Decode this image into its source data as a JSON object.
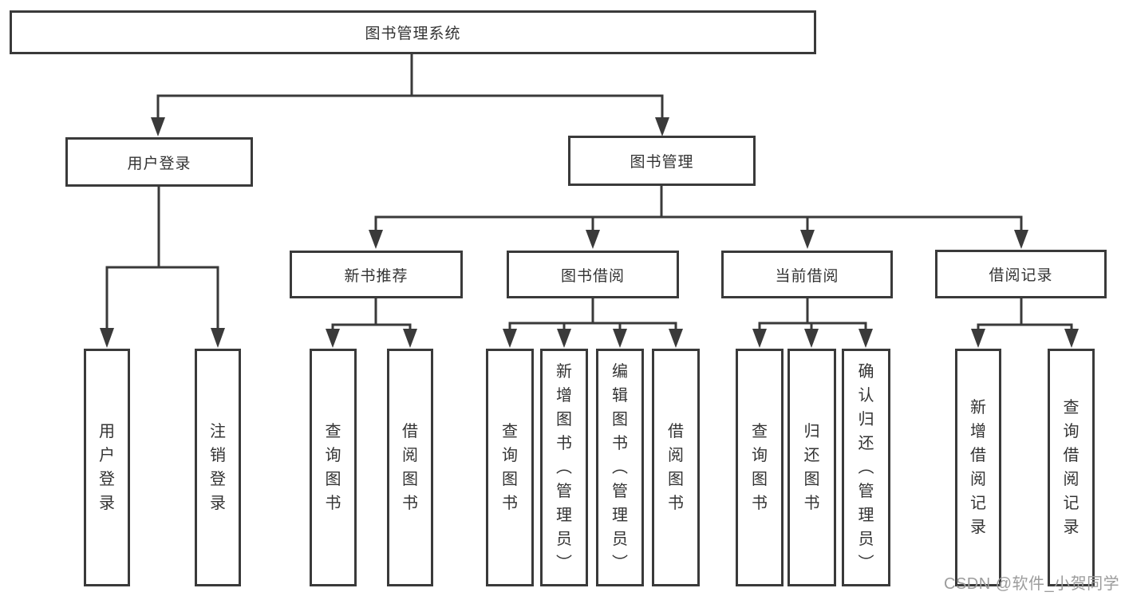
{
  "colors": {
    "line": "#3a3a3a",
    "text": "#333333",
    "background": "#ffffff",
    "watermark": "#9c9c9c"
  },
  "watermark": {
    "text": "CSDN @软件_小贺同学"
  },
  "diagram": {
    "root": {
      "label": "图书管理系统"
    },
    "branches": [
      {
        "label": "用户登录",
        "children": [
          {
            "label": "用户登录"
          },
          {
            "label": "注销登录"
          }
        ]
      },
      {
        "label": "图书管理",
        "children": [
          {
            "label": "新书推荐",
            "children": [
              {
                "label": "查询图书"
              },
              {
                "label": "借阅图书"
              }
            ]
          },
          {
            "label": "图书借阅",
            "children": [
              {
                "label": "查询图书"
              },
              {
                "label": "新增图书（管理员）"
              },
              {
                "label": "编辑图书（管理员）"
              },
              {
                "label": "借阅图书"
              }
            ]
          },
          {
            "label": "当前借阅",
            "children": [
              {
                "label": "查询图书"
              },
              {
                "label": "归还图书"
              },
              {
                "label": "确认归还（管理员）"
              }
            ]
          },
          {
            "label": "借阅记录",
            "children": [
              {
                "label": "新增借阅记录"
              },
              {
                "label": "查询借阅记录"
              }
            ]
          }
        ]
      }
    ]
  }
}
